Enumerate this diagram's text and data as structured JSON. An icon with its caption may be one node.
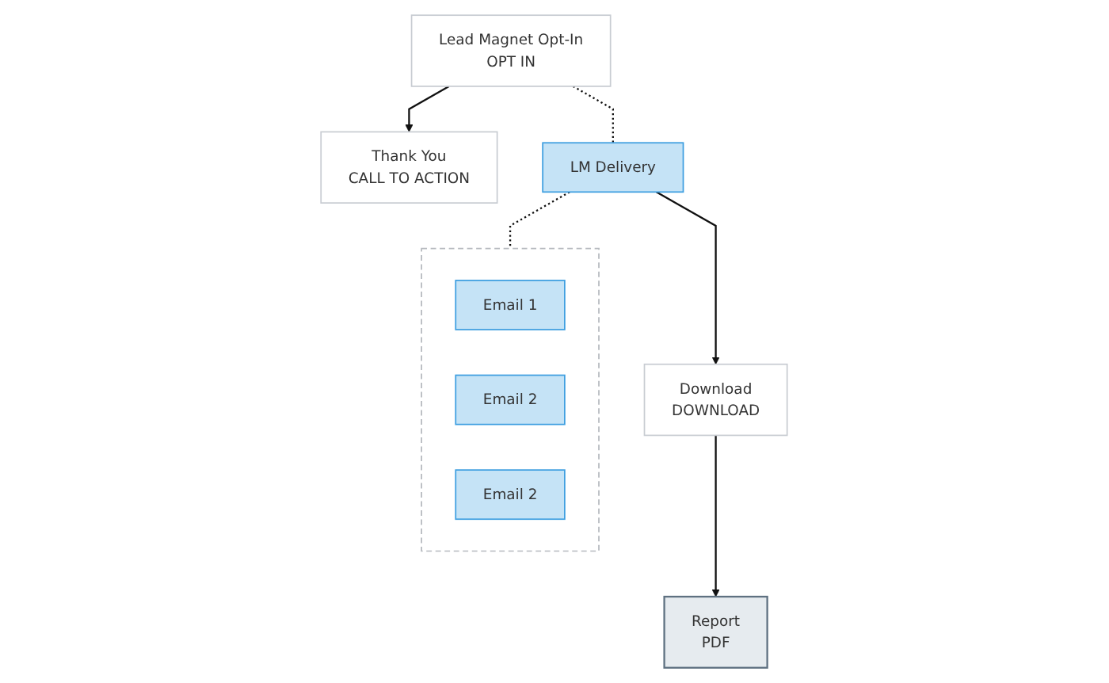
{
  "diagram": {
    "nodes": [
      {
        "text": [
          "Lead Magnet Opt-In",
          "OPT IN"
        ]
      },
      {
        "text": [
          "Thank You",
          "CALL TO ACTION"
        ]
      },
      {
        "text": [
          "LM Delivery"
        ]
      },
      {
        "text": [
          "Download",
          "DOWNLOAD"
        ]
      },
      {
        "text": [
          "Report",
          "PDF"
        ]
      },
      {
        "text": [],
        "shape": "box"
      },
      {
        "text": [
          "Email 1"
        ],
        "in": 5
      },
      {
        "text": [
          "Email 2"
        ],
        "in": 5
      },
      {
        "text": [
          "Email 2"
        ],
        "in": 5
      }
    ],
    "edges": [
      {
        "from": 0,
        "to": 1,
        "arrow": "to"
      },
      {
        "from": 0,
        "to": 2,
        "arrow": "none",
        "style": "dashed"
      },
      {
        "from": 2,
        "to": 3,
        "arrow": "to"
      },
      {
        "from": 3,
        "to": 4,
        "arrow": "to"
      },
      {
        "from": 2,
        "to": 5,
        "arrow": "none",
        "style": "dashed"
      }
    ]
  }
}
